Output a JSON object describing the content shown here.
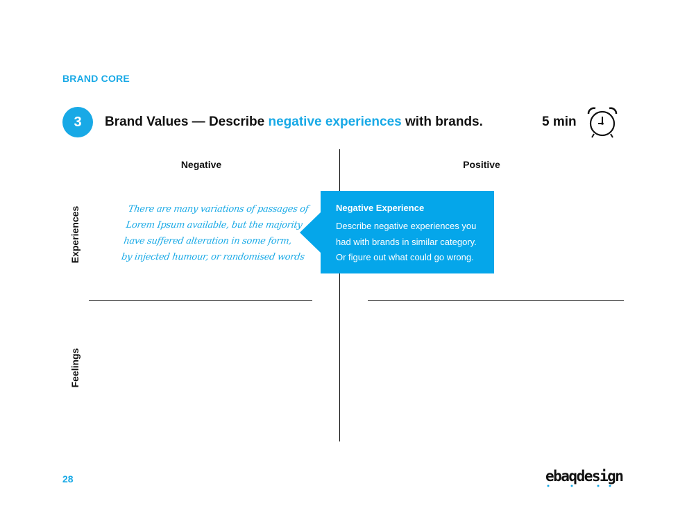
{
  "header": {
    "section_label": "BRAND CORE",
    "step_number": "3",
    "title_prefix": "Brand Values — Describe ",
    "title_highlight": "negative experiences",
    "title_suffix": " with brands.",
    "duration": "5 min",
    "timer_icon": "alarm-clock-icon"
  },
  "matrix": {
    "columns": [
      "Negative",
      "Positive"
    ],
    "rows": [
      "Experiences",
      "Feelings"
    ]
  },
  "note": {
    "lines": [
      "There are many variations of passages of",
      "Lorem Ipsum available, but the majority",
      "have suffered alteration in some form,",
      "by injected humour, or randomised words"
    ]
  },
  "callout": {
    "title": "Negative Experience",
    "lines": [
      "Describe negative experiences you",
      "had with brands in similar category.",
      "Or figure out what could go wrong."
    ]
  },
  "footer": {
    "page_number": "28",
    "logo_text": "ebaqdesign"
  },
  "colors": {
    "accent": "#18a9e6",
    "callout_bg": "#05a6ea",
    "text": "#111111"
  }
}
